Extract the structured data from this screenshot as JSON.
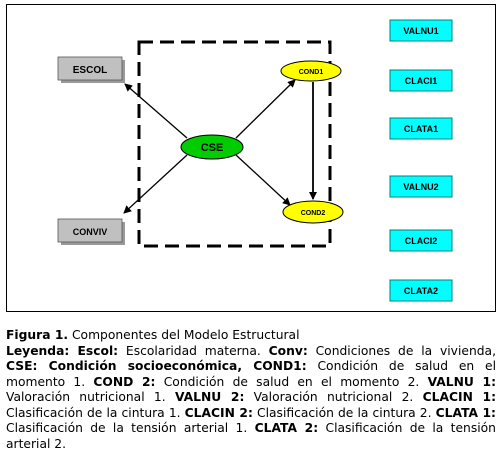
{
  "diagram": {
    "nodes": {
      "escol": "ESCOL",
      "conviv": "CONVIV",
      "cse": "CSE",
      "cond1": "COND1",
      "cond2": "COND2",
      "valnu1": "VALNU1",
      "clacin1": "CLACI1",
      "clata1": "CLATA1",
      "valnu2": "VALNU2",
      "clacin2": "CLACI2",
      "clata2": "CLATA2"
    },
    "colors": {
      "rect_gray": "#c0c0c0",
      "ellipse_green": "#00cc00",
      "ellipse_yellow": "#ffff00",
      "rect_cyan": "#00ffff",
      "cyan_border": "#008080"
    }
  },
  "caption": {
    "figure_label": "Figura 1.",
    "figure_title": " Componentes del Modelo Estructural",
    "items": [
      {
        "term": "Leyenda: Escol:",
        "desc": " Escolaridad materna. "
      },
      {
        "term": "Conv:",
        "desc": " Condiciones de la vivienda, "
      },
      {
        "term": "CSE: Condición socioeconómica, COND1:",
        "desc": " Condición de salud en el momento 1. "
      },
      {
        "term": "COND 2:",
        "desc": " Condición de salud en el momento 2. "
      },
      {
        "term": "VALNU 1:",
        "desc": " Valoración nutricional 1. "
      },
      {
        "term": "VALNU 2:",
        "desc": " Valoración nutricional 2. "
      },
      {
        "term": "CLACIN 1:",
        "desc": " Clasificación de la cintura 1.  "
      },
      {
        "term": "CLACIN 2:",
        "desc": " Clasificación de la cintura 2. "
      },
      {
        "term": "CLATA 1:",
        "desc": " Clasificación de la tensión arterial 1. "
      },
      {
        "term": "CLATA 2:",
        "desc": " Clasificación de la tensión arterial 2."
      }
    ]
  }
}
